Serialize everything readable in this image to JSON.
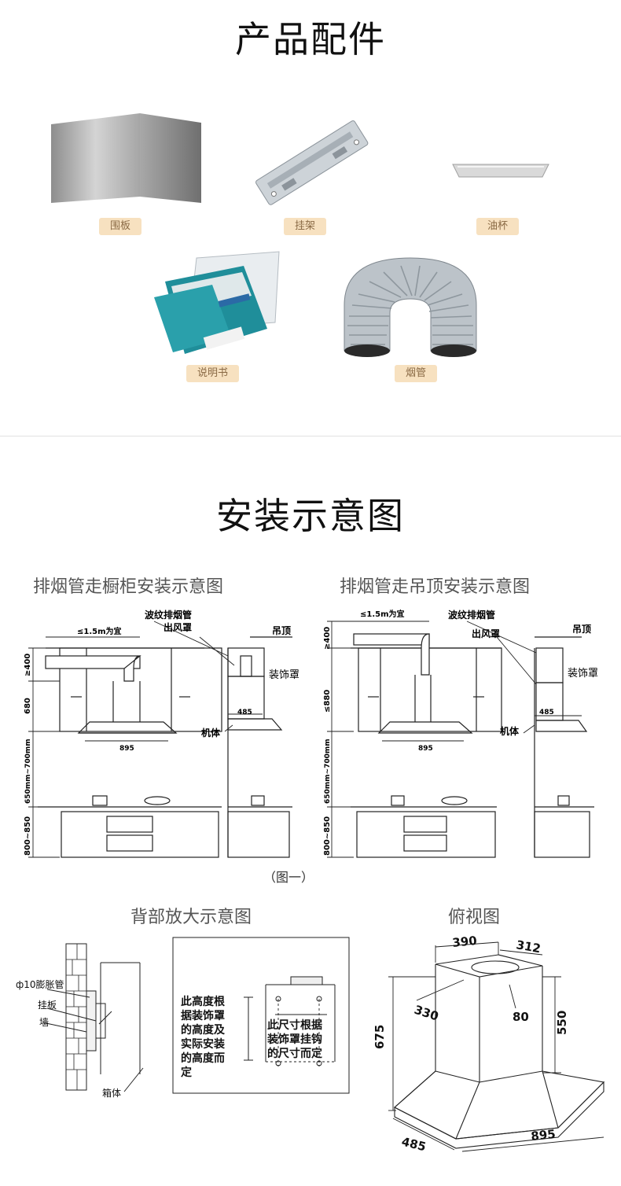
{
  "accessories": {
    "title": "产品配件",
    "items": [
      "围板",
      "挂架",
      "油杯",
      "说明书",
      "烟管"
    ]
  },
  "install": {
    "title": "安装示意图",
    "left_title": "排烟管走橱柜安装示意图",
    "right_title": "排烟管走吊顶安装示意图",
    "caption": "（图一）",
    "labels": {
      "duct": "波纹排烟管",
      "outlet": "出风罩",
      "ceiling": "吊顶",
      "cover": "装饰罩",
      "body": "机体",
      "dist_left": "≤1.5m为宜",
      "dist_right": "≤1.5m为宜",
      "d400": "≥400",
      "d680": "680",
      "d880": "≤880",
      "d485": "485",
      "d895": "895",
      "d650": "650mm~700mm",
      "d800": "800~850"
    }
  },
  "back": {
    "title": "背部放大示意图",
    "pipe": "ф10膨胀管",
    "plate": "挂板",
    "wall": "墙",
    "box": "箱体",
    "note1": [
      "此高度根",
      "据装饰罩",
      "的高度及",
      "实际安装",
      "的高度而",
      "定"
    ],
    "note2": [
      "此尺寸根据",
      "装饰罩挂钩",
      "的尺寸而定"
    ]
  },
  "top": {
    "title": "俯视图",
    "dims": [
      "390",
      "312",
      "330",
      "80",
      "550",
      "675",
      "485",
      "895"
    ]
  }
}
